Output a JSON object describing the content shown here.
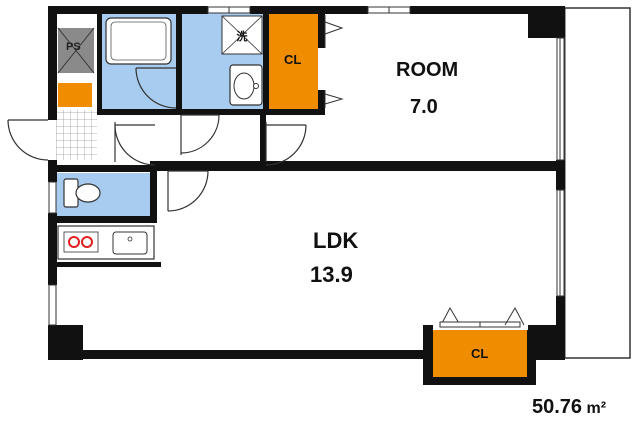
{
  "rooms": {
    "room": {
      "name": "ROOM",
      "size": "7.0"
    },
    "ldk": {
      "name": "LDK",
      "size": "13.9"
    }
  },
  "closets": {
    "upper": "CL",
    "lower": "CL"
  },
  "ps_label": "PS",
  "total_area": {
    "value": "50.76",
    "unit": "m²"
  },
  "colors": {
    "wall": "#111111",
    "wet_area": "#a8ccf0",
    "closet": "#f08c00",
    "gray_tile": "#8a8a8a",
    "stove_red": "#e02020"
  }
}
